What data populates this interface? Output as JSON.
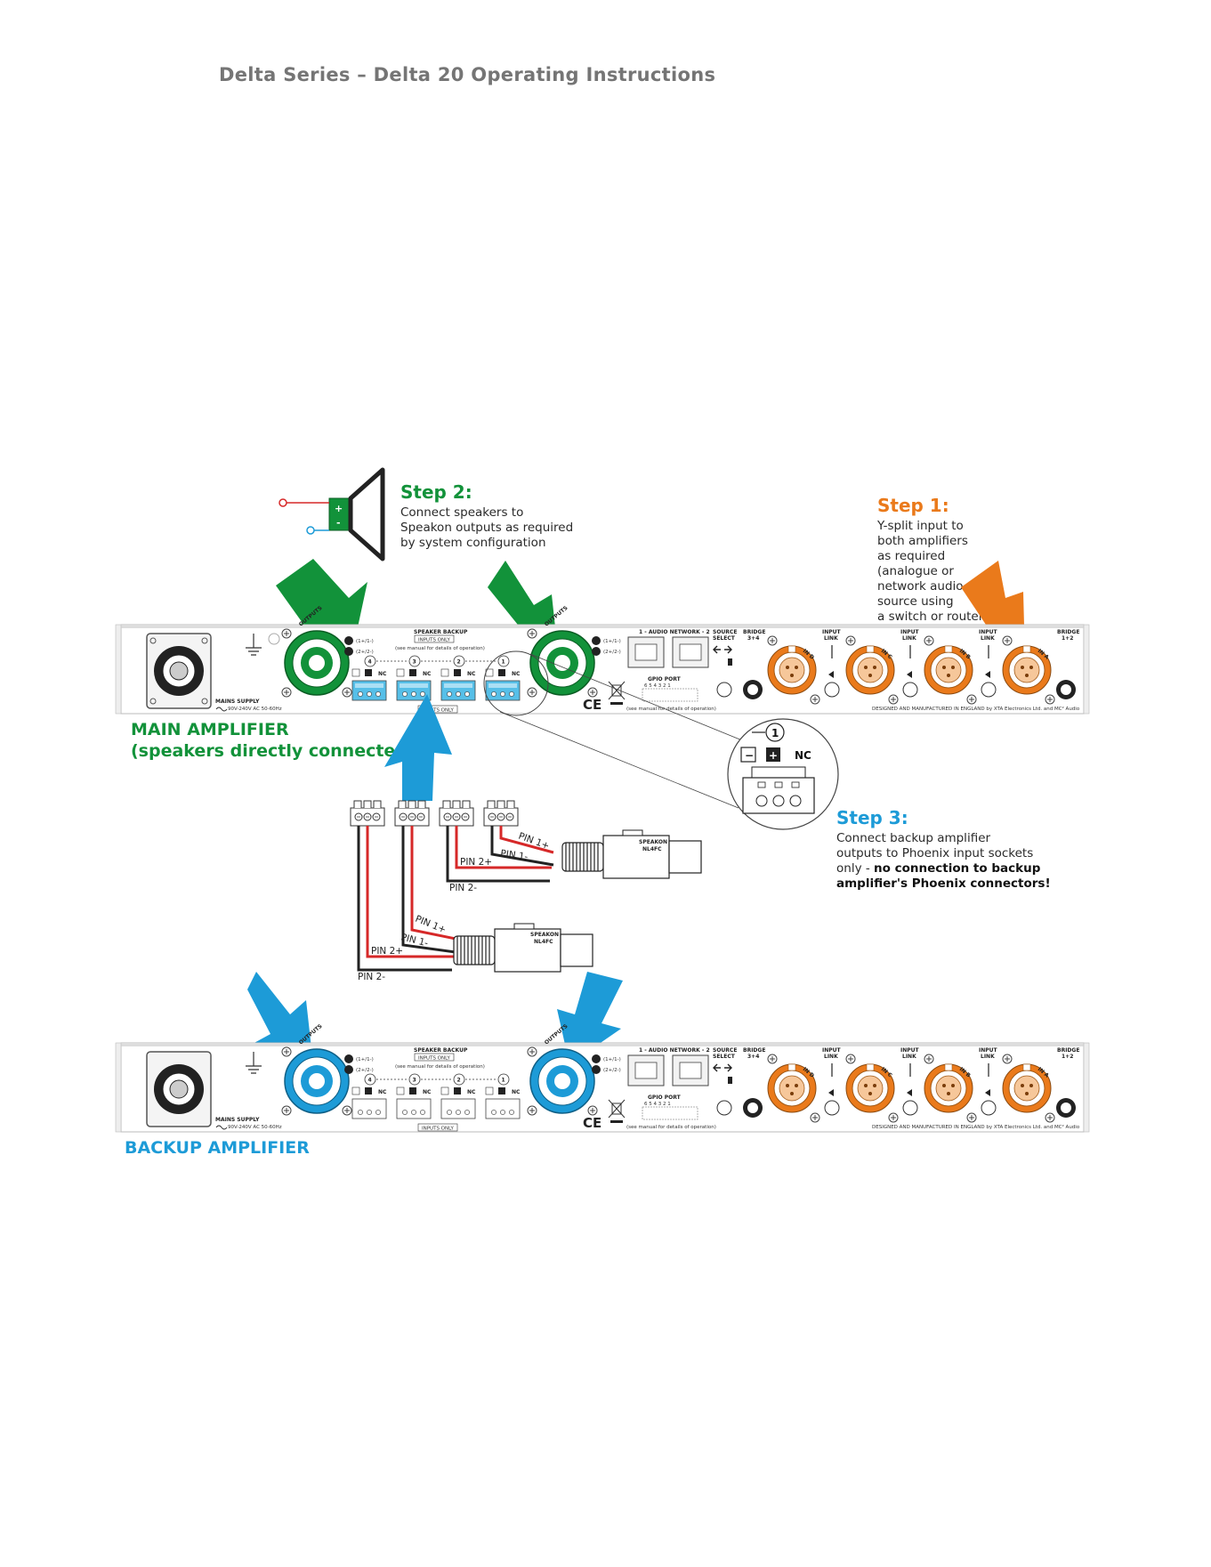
{
  "header": {
    "title": "Delta Series – Delta 20 Operating Instructions"
  },
  "step1": {
    "title": "Step 1:",
    "lines": [
      "Y-split input to",
      "both amplifiers",
      "as required",
      "(analogue or",
      "network audio",
      "source using",
      "a switch or router)"
    ]
  },
  "step2": {
    "title": "Step 2:",
    "lines": [
      "Connect speakers to",
      "Speakon outputs as required",
      "by system configuration"
    ]
  },
  "step3": {
    "title": "Step 3:",
    "lines": [
      "Connect backup amplifier",
      "outputs to Phoenix input sockets"
    ],
    "line3_prefix": "only - ",
    "line3_bold": "no connection to backup",
    "line4_bold": "amplifier's Phoenix connectors!"
  },
  "main_amp": {
    "label": "MAIN AMPLIFIER",
    "sublabel": "(speakers directly connected)"
  },
  "backup_amp": {
    "label": "BACKUP AMPLIFIER"
  },
  "speaker": {
    "plus": "+",
    "minus": "-"
  },
  "panel": {
    "outputs": "OUTPUTS",
    "out_a_line1": "(1+/1-)",
    "out_a_line2": "(2+/2-)",
    "speaker_backup": "SPEAKER BACKUP",
    "inputs_only": "INPUTS ONLY",
    "see_manual_op": "(see manual for details of operation)",
    "channels": [
      "4",
      "3",
      "2",
      "1"
    ],
    "nc": "NC",
    "audio_network": "1 - AUDIO NETWORK - 2",
    "source_select": "SOURCE",
    "source_select2": "SELECT",
    "bridge34_1": "BRIDGE",
    "bridge34_2": "3+4",
    "bridge12_1": "BRIDGE",
    "bridge12_2": "1+2",
    "input_link_1": "INPUT",
    "input_link_2": "LINK",
    "in_labels": [
      "IN D",
      "IN C",
      "IN B",
      "IN A"
    ],
    "gpio_port": "GPIO PORT",
    "gpio_pins": "6 5 4 3 2 1",
    "see_manual_gpio": "(see manual for details of operation)",
    "mains_supply": "MAINS SUPPLY",
    "mains_rating": "90V-240V AC  50-60Hz",
    "designed": "DESIGNED AND MANUFACTURED IN ENGLAND by XTA Electronics Ltd. and MC² Audio",
    "ce_mark": "CE"
  },
  "callout": {
    "channel": "1",
    "minus": "−",
    "plus": "+",
    "nc": "NC"
  },
  "cables": {
    "pin1plus": "PIN 1+",
    "pin1minus": "PIN 1-",
    "pin2plus": "PIN 2+",
    "pin2minus": "PIN 2-",
    "speakon_brand": "SPEAKON",
    "speakon_model": "NL4FC"
  },
  "colors": {
    "green": "#12923a",
    "orange": "#ea7a1b",
    "blue": "#1d9bd7",
    "red": "#d62828",
    "header_gray": "#757575"
  }
}
